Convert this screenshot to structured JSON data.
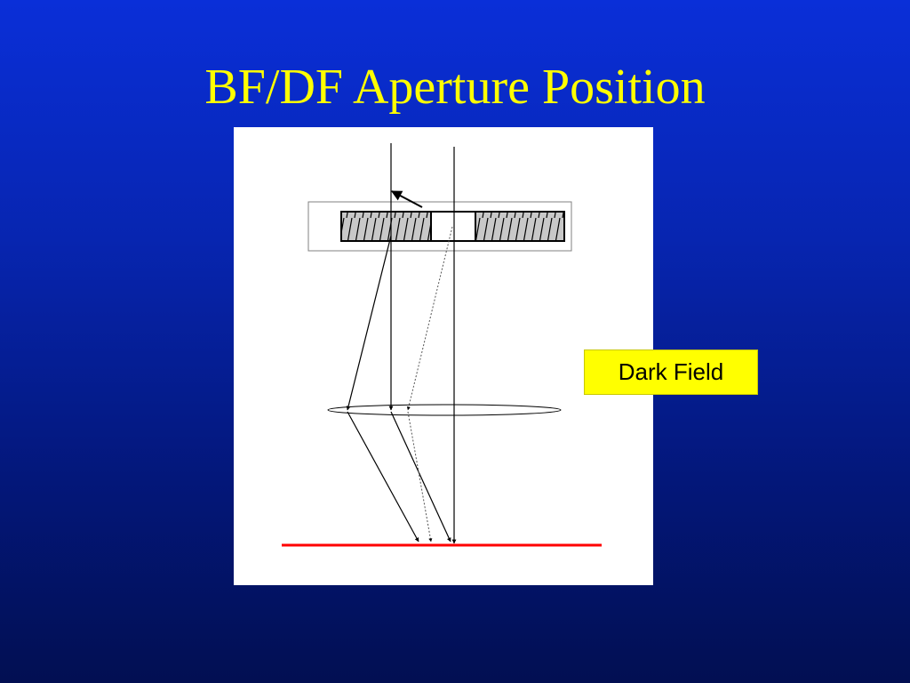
{
  "slide": {
    "title": "BF/DF Aperture Position"
  },
  "label": {
    "text": "Dark Field"
  },
  "colors": {
    "background": "#0725b0",
    "title": "#ffff00",
    "label_background": "#ffff00",
    "sample_plane": "#ff0000"
  },
  "diagram": {
    "elements": [
      "incident-beams",
      "objective-aperture",
      "objective-lens",
      "diffracted-beam",
      "specimen-plane",
      "aperture-shift-arrow"
    ]
  }
}
